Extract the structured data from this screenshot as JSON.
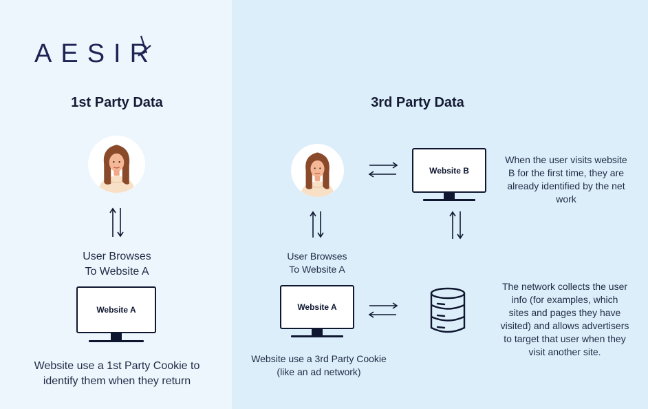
{
  "logo": {
    "text": "AESIR"
  },
  "first_party": {
    "title": "1st Party Data",
    "browse_label_1": "User Browses",
    "browse_label_2": "To Website A",
    "monitor_label": "Website A",
    "caption_1": "Website use a 1st Party Cookie to",
    "caption_2": "identify them when they return"
  },
  "third_party": {
    "title": "3rd Party Data",
    "browse_label_1": "User Browses",
    "browse_label_2": "To Website A",
    "monitor_a_label": "Website A",
    "monitor_b_label": "Website B",
    "caption_1": "Website use a 3rd Party Cookie",
    "caption_2": "(like an ad network)",
    "website_b_note": [
      "When the user visits website",
      "B for the first time, they are",
      "already identified by the net",
      "work"
    ],
    "network_note": [
      "The network collects the user",
      "info (for examples, which",
      "sites and pages they have",
      "visited) and allows advertisers",
      "to target that user when they",
      "visit another site."
    ]
  },
  "colors": {
    "left_panel": "#eef6fd",
    "right_panel": "#dceefa",
    "ink": "#0f1730",
    "logo": "#1d2352"
  }
}
